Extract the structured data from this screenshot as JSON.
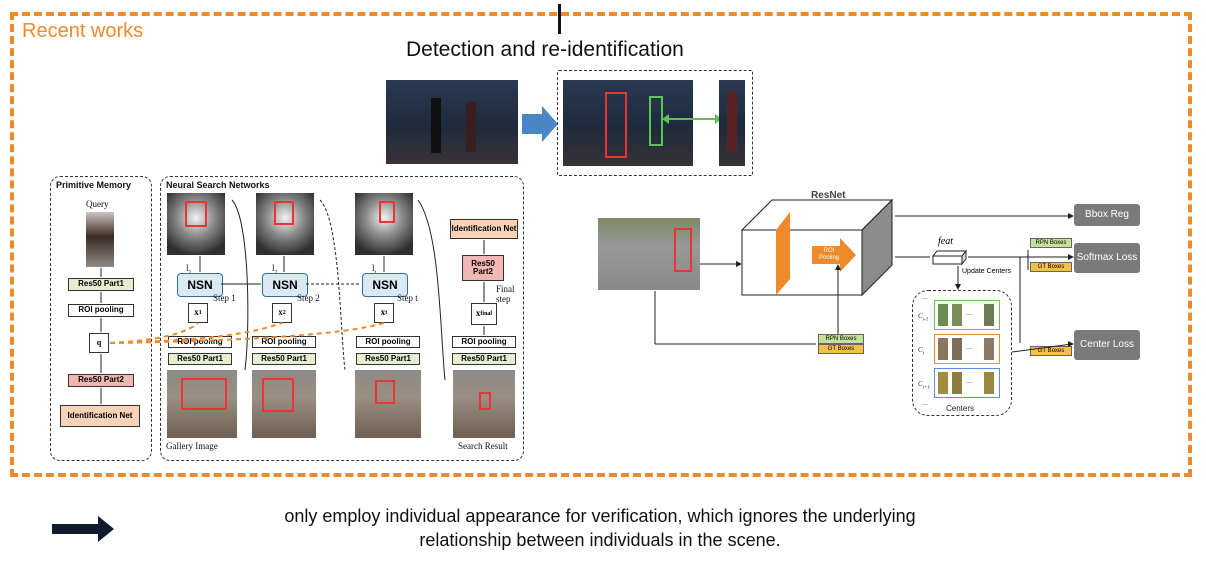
{
  "header": {
    "section_label": "Recent works",
    "title": "Detection and re-identification"
  },
  "left_diagram": {
    "primitive_memory": {
      "title": "Primitive Memory",
      "query_label": "Query",
      "res50_part1": "Res50 Part1",
      "roi_pooling": "ROI pooling",
      "q_label": "q",
      "res50_part2": "Res50 Part2",
      "identification_net": "Identification Net"
    },
    "nsn": {
      "title": "Neural Search Networks",
      "nsn_label": "NSN",
      "step1": "Step 1",
      "step2": "Step 2",
      "stept": "Step t",
      "final_step": "Final step",
      "roi_pooling": "ROI pooling",
      "res50_part1": "Res50 Part1",
      "res50_part2": "Res50 Part2",
      "identification_net": "Identification Net",
      "x1": "x",
      "x1_sub": "1",
      "x2": "x",
      "x2_sub": "2",
      "xt": "x",
      "xt_sub": "t",
      "xfinal": "x",
      "xfinal_sub": "final",
      "l1": "l",
      "l1_sub": "1",
      "l2": "l",
      "l2_sub": "2",
      "lt": "l",
      "lt_sub": "t",
      "gallery_label": "Gallery Image",
      "result_label": "Search Result"
    }
  },
  "right_diagram": {
    "resnet_label": "ResNet",
    "roi_pooling": "ROI Pooling",
    "feat_label": "feat",
    "update_centers": "Update Centers",
    "centers_label": "Centers",
    "rpn_boxes": "RPN Boxes",
    "gt_boxes": "GT Boxes",
    "outputs": {
      "bbox": "Bbox Reg",
      "softmax": "Softmax Loss",
      "center": "Center Loss"
    },
    "cluster_labels": [
      "C",
      "C",
      "C"
    ],
    "cluster_subs": [
      "i-1",
      "i",
      "i+1"
    ],
    "ellipsis": "...",
    "colors": {
      "c_prev": "#6bbf59",
      "c_i": "#ee8a2a",
      "c_next": "#5b8fd6"
    }
  },
  "footer": {
    "text_line1": "only employ individual appearance for verification, which ignores the underlying",
    "text_line2": "relationship between individuals in the scene."
  },
  "colors": {
    "accent": "#ee8a2a",
    "arrow_blue": "#4a86c5",
    "dark_arrow": "#0f1b2e"
  }
}
